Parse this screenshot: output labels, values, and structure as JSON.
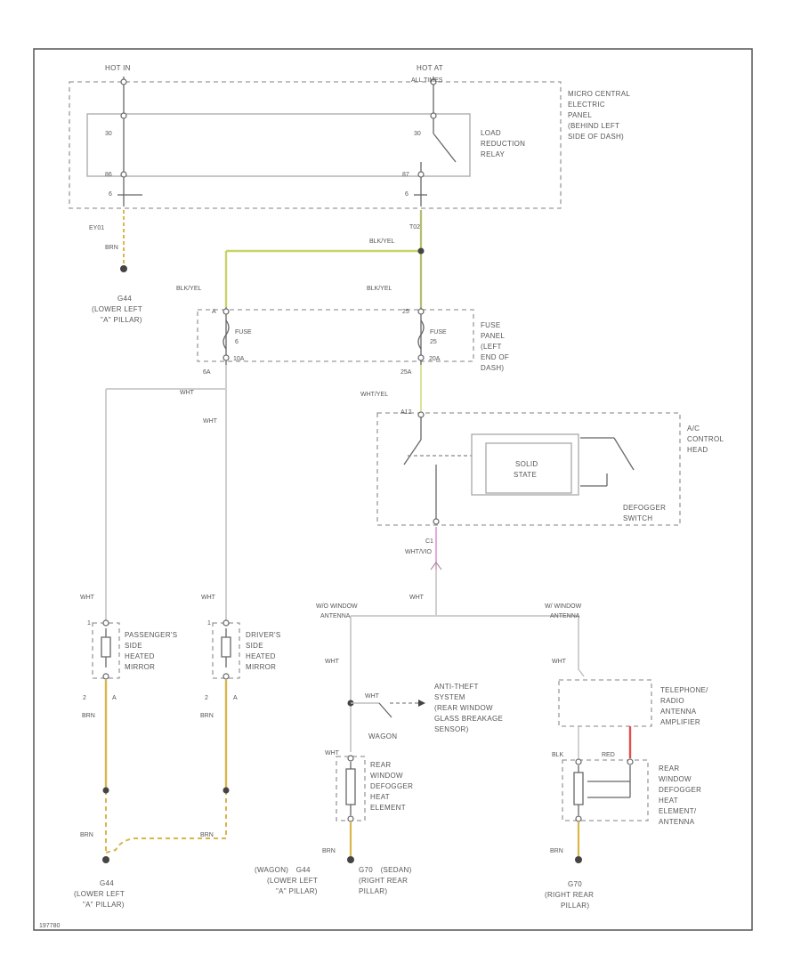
{
  "colors": {
    "wire_default": "#cfcfcf",
    "wire_yellow_green": "#c8d46a",
    "wire_brown": "#d9b54a",
    "wire_pink": "#e8a6dd",
    "wire_red": "#e44b4b",
    "frame": "#555555",
    "component_outline": "#a0a0a0"
  },
  "labels": {
    "hot_in": "HOT IN",
    "hot_at": "HOT AT",
    "hot_at_2": "ALL TIMES",
    "micro_central_panel": [
      "MICRO CENTRAL",
      "ELECTRIC",
      "PANEL",
      "(BEHIND LEFT",
      "SIDE OF DASH)"
    ],
    "load_reduction_relay": [
      "LOAD",
      "REDUCTION",
      "RELAY"
    ],
    "relay_pin_30_left": "30",
    "relay_pin_30_right": "30",
    "relay_pin_86": "86",
    "relay_pin_87": "87",
    "relay_pin_6_left": "6",
    "relay_pin_6_right": "6",
    "connector_left": "EY01",
    "wire_brn_top": "BRN",
    "ground_g44_top": [
      "G44",
      "(LOWER LEFT",
      "\"A\" PILLAR)"
    ],
    "splice_t02": "T02",
    "wire_blk_yel_1": "BLK/YEL",
    "wire_blk_yel_2": "BLK/YEL",
    "wire_blk_yel_3": "BLK/YEL",
    "fuse_pin_a": "A",
    "fuse_pin_25": "25",
    "fuse_1_label": "FUSE",
    "fuse_1_num": "6",
    "fuse_1_amp": "10A",
    "fuse_2_label": "FUSE",
    "fuse_2_num": "25",
    "fuse_2_amp": "20A",
    "fuse_panel": [
      "FUSE",
      "PANEL",
      "(LEFT",
      "END OF",
      "DASH)"
    ],
    "fuse_pin_6a": "6A",
    "fuse_pin_25a": "25A",
    "wire_wht_1": "WHT",
    "wire_wht_2": "WHT",
    "wire_wht_yel": "WHT/YEL",
    "ac_pin": "A12",
    "solid_state": [
      "SOLID",
      "STATE"
    ],
    "ac_control_head": [
      "A/C",
      "CONTROL",
      "HEAD"
    ],
    "defogger_switch": [
      "DEFOGGER",
      "SWITCH"
    ],
    "connector_c1": "C1",
    "wire_wht_vio": "WHT/VIO",
    "wire_wht_3": "WHT",
    "wire_wht_4": "WHT",
    "wire_wht_5": "WHT",
    "wire_wht_6": "WHT",
    "wire_wht_7": "WHT",
    "wire_wht_8": "WHT",
    "window_antenna_left": [
      "W/O WINDOW",
      "ANTENNA"
    ],
    "window_antenna_right": [
      "W/ WINDOW",
      "ANTENNA"
    ],
    "passenger_mirror": [
      "PASSENGER'S",
      "SIDE",
      "HEATED",
      "MIRROR"
    ],
    "driver_mirror": [
      "DRIVER'S",
      "SIDE",
      "HEATED",
      "MIRROR"
    ],
    "mirror_pin_1a": "1",
    "mirror_pin_1b": "1",
    "mirror_pin_2a": "2",
    "mirror_pin_2b": "2",
    "mirror_pin_aa": "A",
    "mirror_pin_ab": "A",
    "wire_brn_1": "BRN",
    "wire_brn_2": "BRN",
    "wire_brn_3": "BRN",
    "wire_brn_4": "BRN",
    "wire_brn_5": "BRN",
    "wire_brn_6": "BRN",
    "anti_theft": [
      "ANTI-THEFT",
      "SYSTEM",
      "(REAR WINDOW",
      "GLASS BREAKAGE",
      "SENSOR)"
    ],
    "wagon": "WAGON",
    "rear_defogger_left": [
      "REAR",
      "WINDOW",
      "DEFOGGER",
      "HEAT",
      "ELEMENT"
    ],
    "telephone_amp": [
      "TELEPHONE/",
      "RADIO",
      "ANTENNA",
      "AMPLIFIER"
    ],
    "wire_blk": "BLK",
    "wire_red": "RED",
    "rear_defogger_right": [
      "REAR",
      "WINDOW",
      "DEFOGGER",
      "HEAT",
      "ELEMENT/",
      "ANTENNA"
    ],
    "ground_g44_bottom": [
      "G44",
      "(LOWER LEFT",
      "\"A\" PILLAR)"
    ],
    "ground_wagon": [
      "(WAGON)",
      "G44",
      "(LOWER LEFT",
      "\"A\" PILLAR)"
    ],
    "ground_g70_sedan": [
      "G70",
      "(SEDAN)",
      "(RIGHT REAR",
      "PILLAR)"
    ],
    "ground_g70": [
      "G70",
      "(RIGHT REAR",
      "PILLAR)"
    ],
    "figure_id": "197780"
  }
}
